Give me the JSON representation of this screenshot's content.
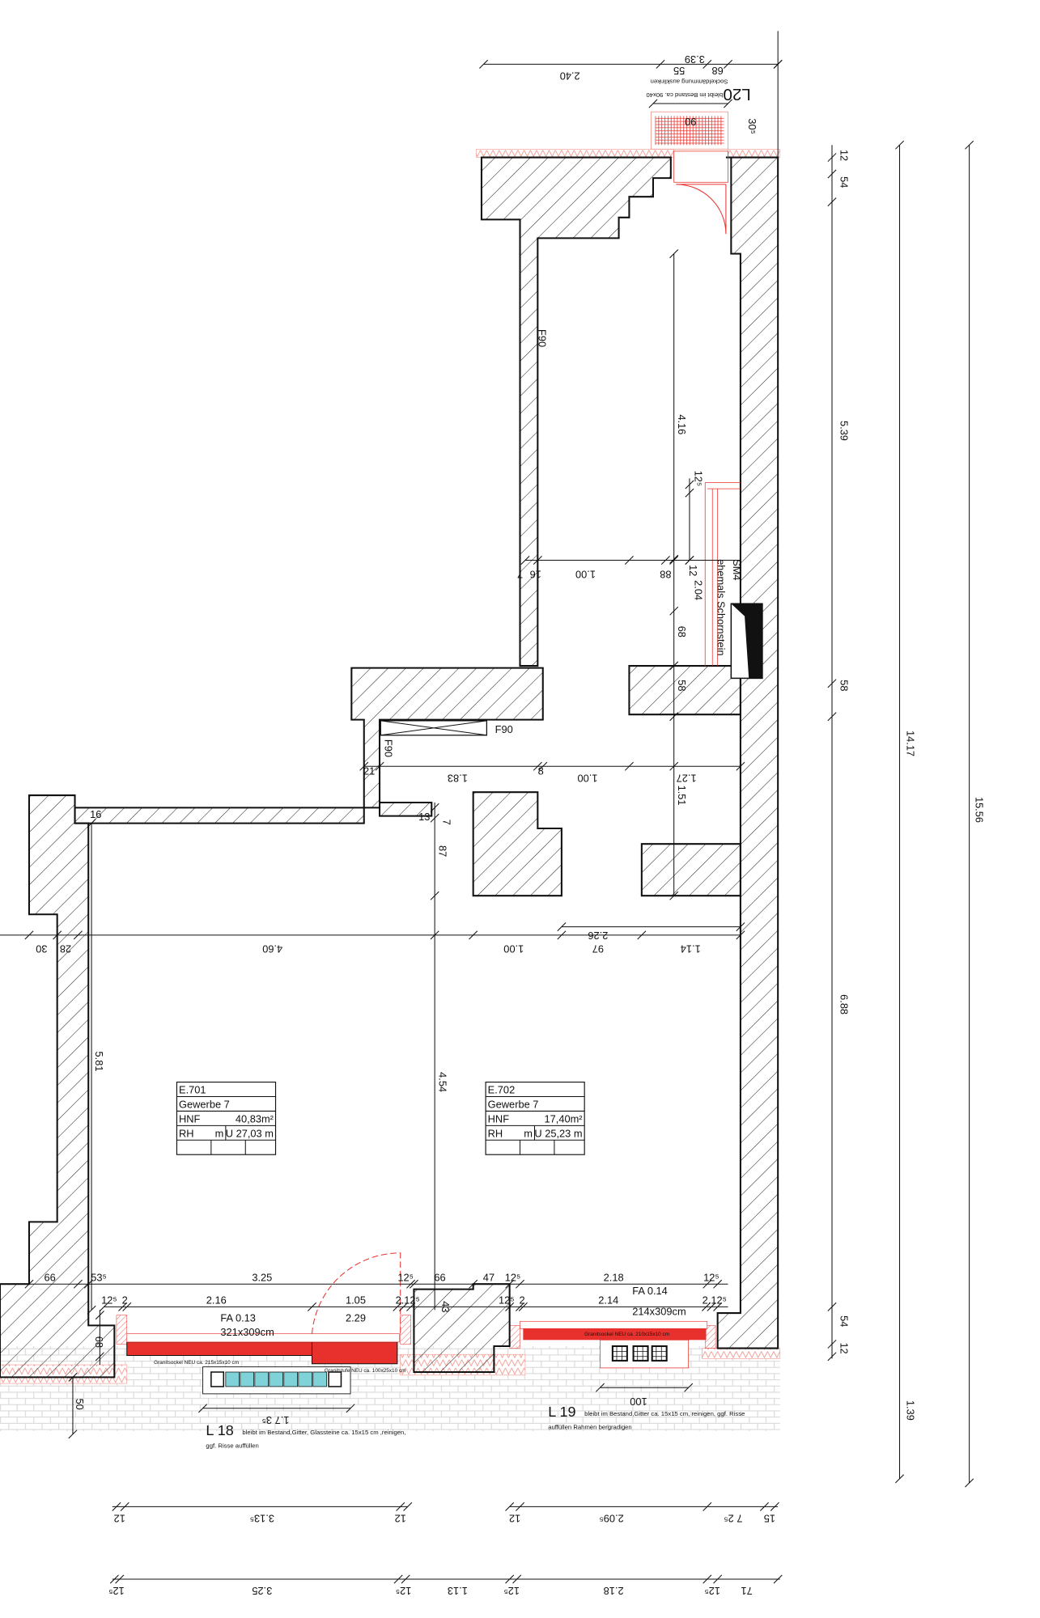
{
  "colors": {
    "wall_line": "#111111",
    "accent_red": "#e8312d",
    "insulation": "#f29a92",
    "glass_block": "#7fd3d8",
    "paving": "#cfcfcf"
  },
  "rooms": [
    {
      "id": "E.701",
      "use": "Gewerbe 7",
      "hnf_label": "HNF",
      "hnf_value": "40,83m²",
      "rh_label": "RH",
      "rh_unit": "m",
      "perimeter": "U 27,03 m"
    },
    {
      "id": "E.702",
      "use": "Gewerbe 7",
      "hnf_label": "HNF",
      "hnf_value": "17,40m²",
      "rh_label": "RH",
      "rh_unit": "m",
      "perimeter": "U 25,23 m"
    }
  ],
  "annotations": {
    "l20_title": "L20",
    "l20_note": "bleibt im Bestand ca. 90x40",
    "l20_note2": "Sockeldämmung ausklinken",
    "sm4_title": "SM4",
    "sm4_note": "ehemals Schornstein",
    "fa013_title": "FA 0.13",
    "fa013_size": "321x309cm",
    "fa014_title": "FA 0.14",
    "fa014_size": "214x309cm",
    "l18_title": "L 18",
    "l18_note": "bleibt im Bestand,Gitter, Glassteine ca. 15x15 cm ,reinigen,",
    "l18_note2": "ggf. Risse auffüllen",
    "l19_title": "L 19",
    "l19_note": "bleibt im Bestand,Gitter ca. 15x15 cm, reinigen, ggf. Risse",
    "l19_note2": "auffüllen Rahmen bergradigen",
    "granit1": "Granitsockel NEU ca. 215x15x10 cm",
    "granit2": "Granitstufe NEU ca. 100x25x10 cm",
    "granit3": "Granitsockel NEU ca. 210x15x10 cm",
    "f90_a": "F90",
    "f90_b": "F90",
    "f90_c": "F90"
  },
  "dimensions": [
    "2.40",
    "3.39",
    "55",
    "68",
    "90",
    "30⁵",
    "12",
    "54",
    "5.39",
    "58",
    "6.88",
    "54",
    "12",
    "1.39",
    "14.17",
    "15.56",
    "4.16",
    "12⁵",
    "7",
    "16",
    "1.00",
    "88",
    "12",
    "2.04",
    "68",
    "58",
    "21",
    "1.83",
    "8",
    "1.00",
    "1.27",
    "1.51",
    "16",
    "13",
    "7",
    "87",
    "2.26",
    "30",
    "28",
    "4.60",
    "1.00",
    "97",
    "1.14",
    "5.81",
    "4.54",
    "66",
    "53⁵",
    "3.25",
    "12⁵",
    "66",
    "47",
    "12⁵",
    "2.18",
    "12⁵",
    "12⁵",
    "2",
    "2.16",
    "1.05",
    "2.12⁵",
    "43",
    "12⁵",
    "2",
    "2.14",
    "2.12⁵",
    "2.29",
    "68",
    "50",
    "1.7 3⁵",
    "100",
    "12",
    "3.13⁵",
    "12",
    "12",
    "2.09⁵",
    "7 2⁵",
    "15",
    "12⁵",
    "3.25",
    "12⁵",
    "1.13",
    "12⁵",
    "2.18",
    "12⁵",
    "71"
  ]
}
